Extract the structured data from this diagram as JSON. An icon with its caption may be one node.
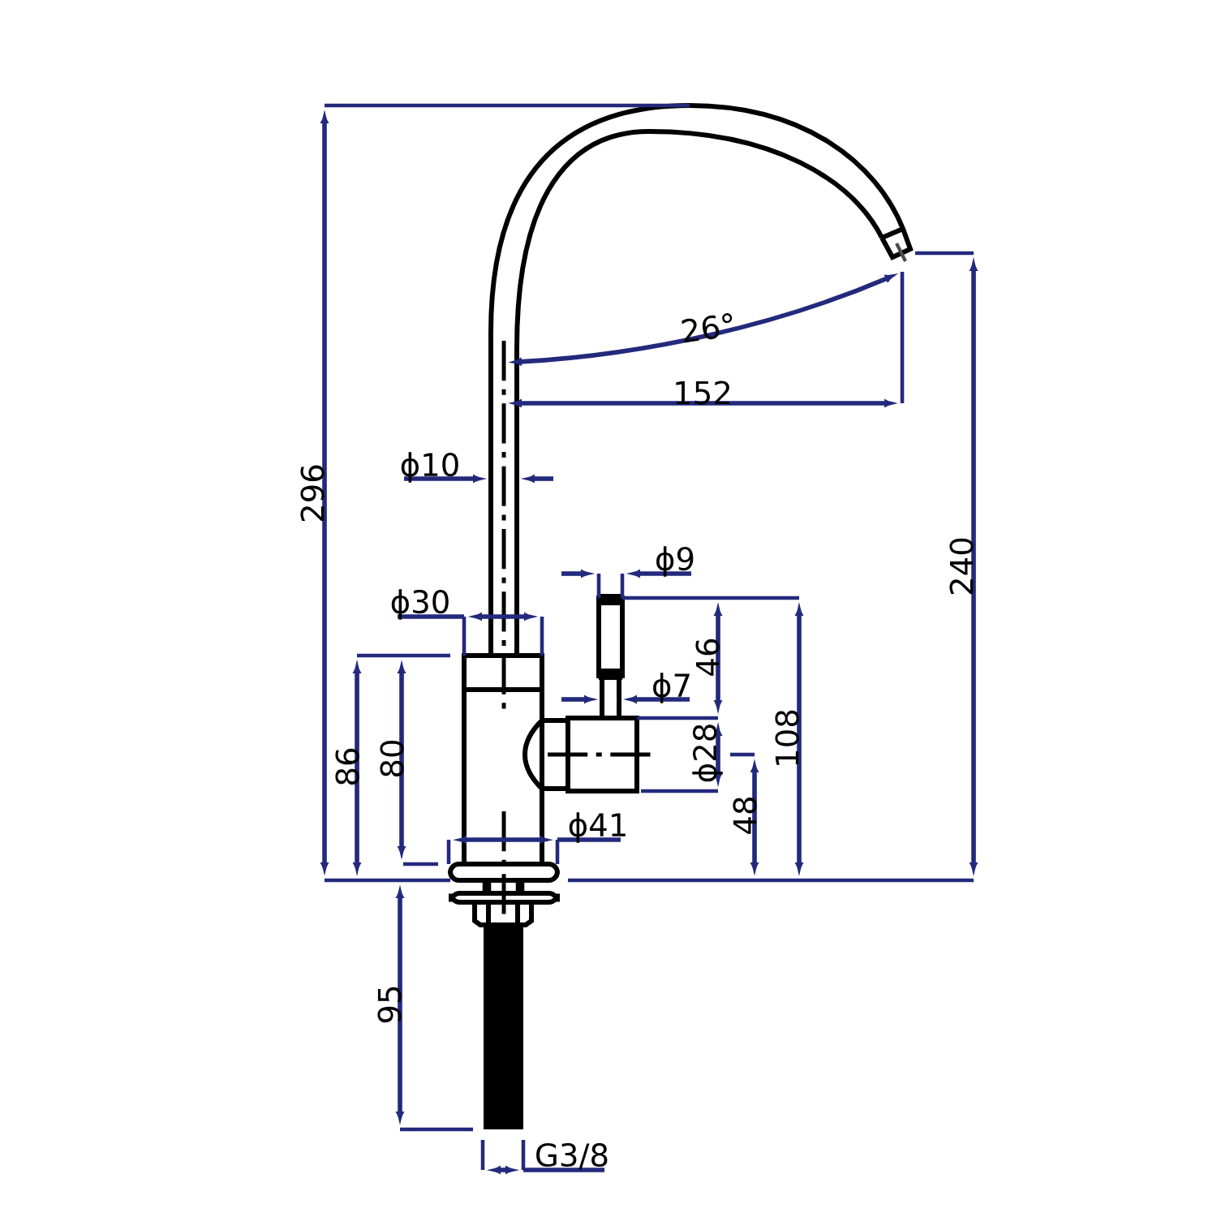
{
  "diagram": {
    "labels": [
      "26°",
      "152",
      "296",
      "ϕ10",
      "ϕ9",
      "240",
      "ϕ30",
      "46",
      "ϕ7",
      "108",
      "86",
      "80",
      "ϕ28",
      "48",
      "ϕ41",
      "95",
      "G3/8"
    ]
  }
}
